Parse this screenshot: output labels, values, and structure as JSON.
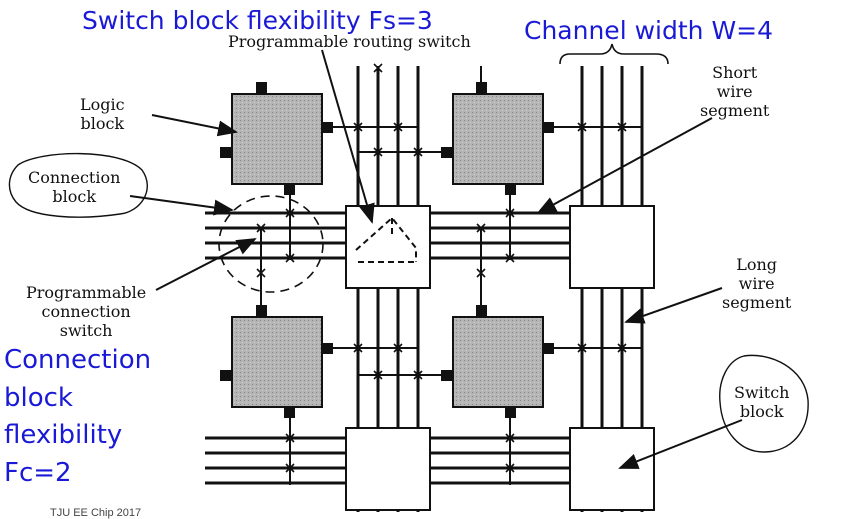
{
  "titles": {
    "switch_flex": "Switch block flexibility Fs=3",
    "channel_width": "Channel width W=4"
  },
  "labels": {
    "prog_routing_switch": "Programmable routing switch",
    "logic_block": [
      "Logic",
      "block"
    ],
    "connection_block": [
      "Connection",
      "block"
    ],
    "prog_conn_switch": [
      "Programmable",
      "connection",
      "switch"
    ],
    "short_wire": [
      "Short",
      "wire",
      "segment"
    ],
    "long_wire": [
      "Long",
      "wire",
      "segment"
    ],
    "switch_block": [
      "Switch",
      "block"
    ]
  },
  "side_text": [
    "Connection",
    "block",
    "flexibility",
    "Fc=2"
  ],
  "footer": "TJU EE Chip 2017",
  "colors": {
    "accent": "#1a1ad6",
    "ink": "#111111",
    "logic_fill": "#a9a9a9"
  }
}
